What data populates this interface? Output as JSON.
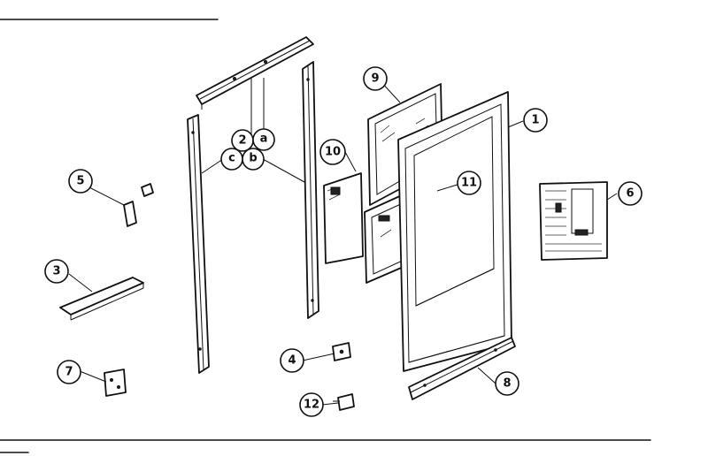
{
  "callouts": [
    {
      "id": "c1",
      "label": "1"
    },
    {
      "id": "c2",
      "label": "2"
    },
    {
      "id": "ca",
      "label": "a"
    },
    {
      "id": "cc",
      "label": "c"
    },
    {
      "id": "cb",
      "label": "b"
    },
    {
      "id": "c3",
      "label": "3"
    },
    {
      "id": "c4",
      "label": "4"
    },
    {
      "id": "c5",
      "label": "5"
    },
    {
      "id": "c6",
      "label": "6"
    },
    {
      "id": "c7",
      "label": "7"
    },
    {
      "id": "c8",
      "label": "8"
    },
    {
      "id": "c9",
      "label": "9"
    },
    {
      "id": "c10",
      "label": "10"
    },
    {
      "id": "c11",
      "label": "11"
    },
    {
      "id": "c12",
      "label": "12"
    }
  ]
}
